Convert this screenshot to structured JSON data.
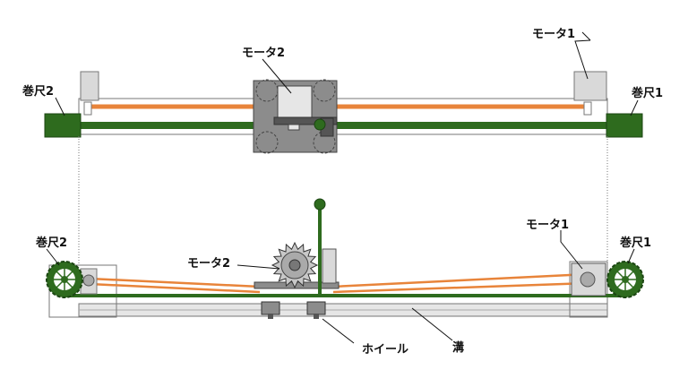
{
  "labels": {
    "motor1_top": "モータ1",
    "motor2_top": "モータ2",
    "tape2_top": "巻尺2",
    "tape1_top": "巻尺1",
    "tape2_bottom": "巻尺2",
    "tape1_bottom": "巻尺1",
    "motor1_bottom": "モータ1",
    "motor2_bottom": "モータ2",
    "wheel": "ホイール",
    "groove": "溝"
  },
  "colors": {
    "tape_green": "#2e6b1e",
    "band_orange": "#e8843a",
    "frame_gray": "#c8c8c8",
    "motor_box_gray": "#d9d9d9",
    "carriage_gray": "#8c8c8c",
    "dark_gray": "#555555"
  }
}
